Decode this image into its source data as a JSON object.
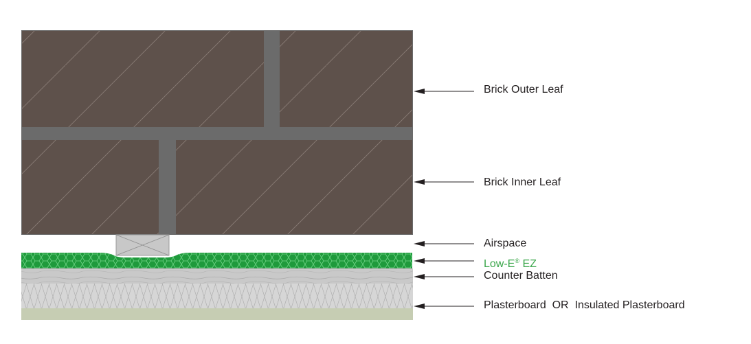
{
  "labels": {
    "brick_outer_leaf": "Brick Outer Leaf",
    "brick_inner_leaf": "Brick Inner Leaf",
    "airspace": "Airspace",
    "low_e_main": "Low-E",
    "low_e_reg": "®",
    "low_e_suffix": " EZ",
    "counter_batten": "Counter Batten",
    "plasterboard": "Plasterboard  OR  Insulated Plasterboard"
  },
  "colors": {
    "brick": "#5e514b",
    "mortar": "#6b6b6b",
    "foil_green": "#1f9a3c",
    "foil_highlight": "#5fd47a",
    "batten_grey": "#c9c9c9",
    "board_grey": "#d3d3d3",
    "board_base": "#c6cdb3",
    "arrow": "#231f20",
    "low_e_text": "#3aa64a"
  }
}
